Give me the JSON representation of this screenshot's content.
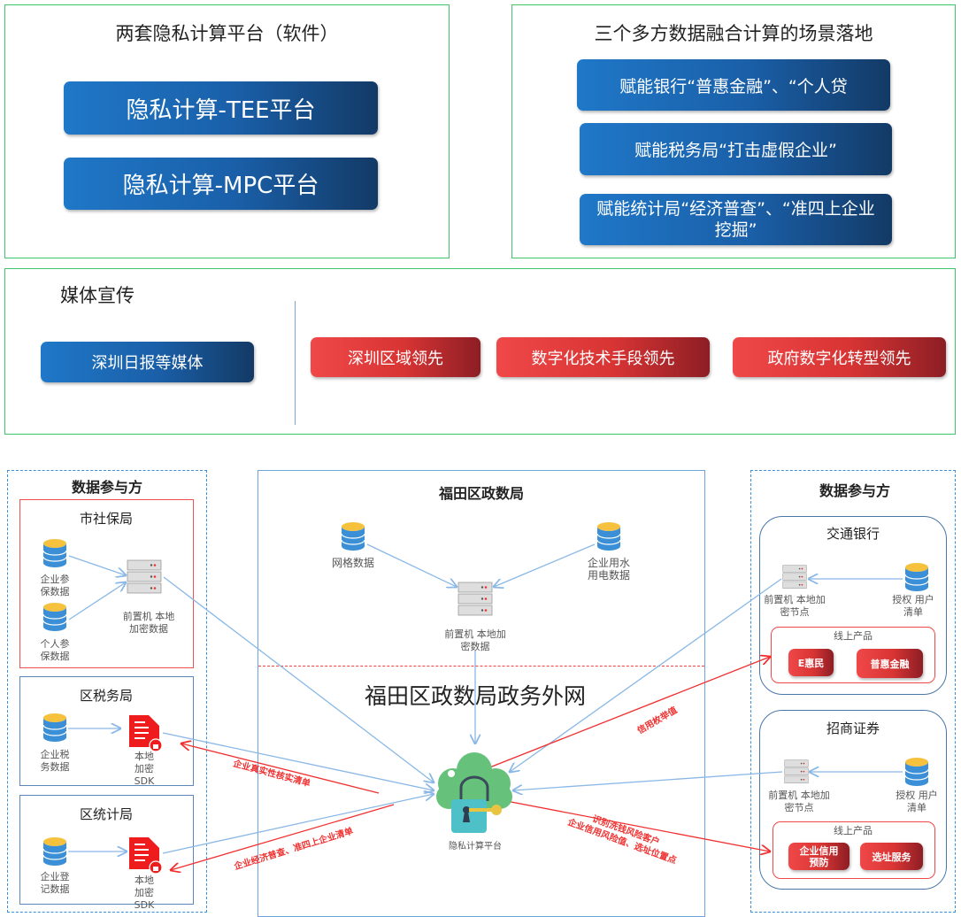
{
  "platforms": {
    "title": "两套隐私计算平台（软件）",
    "items": [
      "隐私计算-TEE平台",
      "隐私计算-MPC平台"
    ]
  },
  "scenarios": {
    "title": "三个多方数据融合计算的场景落地",
    "items": [
      "赋能银行“普惠金融”、“个人贷",
      "赋能税务局“打击虚假企业”",
      "赋能统计局“经济普查”、“准四上企业挖掘”"
    ]
  },
  "media": {
    "title": "媒体宣传",
    "source": "深圳日报等媒体",
    "highlights": [
      "深圳区域领先",
      "数字化技术手段领先",
      "政府数字化转型领先"
    ]
  },
  "left_participants": {
    "title": "数据参与方",
    "shebao": {
      "name": "市社保局",
      "db1": "企业参保数据",
      "db2": "个人参保数据",
      "server": "前置机 本地加密数据"
    },
    "shuiwu": {
      "name": "区税务局",
      "db": "企业税务数据",
      "sdk": "本地加密SDK"
    },
    "tongji": {
      "name": "区统计局",
      "db": "企业登记数据",
      "sdk": "本地加密SDK"
    }
  },
  "center": {
    "title": "福田区政数局",
    "db1": "网格数据",
    "db2": "企业用水用电数据",
    "server": "前置机 本地加密数据",
    "network": "福田区政数局政务外网",
    "platform": "隐私计算平台"
  },
  "right_participants": {
    "title": "数据参与方",
    "bank": {
      "name": "交通银行",
      "server": "前置机 本地加密节点",
      "db": "授权 用户清单",
      "products_title": "线上产品",
      "products": [
        "E惠民",
        "普惠金融"
      ]
    },
    "securities": {
      "name": "招商证券",
      "server": "前置机 本地加密节点",
      "db": "授权 用户清单",
      "products_title": "线上产品",
      "products": [
        "企业信用预防",
        "选址服务"
      ]
    }
  },
  "flows": {
    "to_shuiwu": "企业真实性核实清单",
    "to_tongji": "企业经济普查、准四上企业清单",
    "to_bank": "信用枚举值",
    "to_securities_1": "识别洗钱风险客户",
    "to_securities_2": "企业信用风险值、选址位置点"
  },
  "colors": {
    "green_border": "#3fc46b",
    "blue_button": "#1a5fa8",
    "red_button": "#d83434",
    "flow_blue": "#8ab8e6",
    "flow_red": "#f03030"
  }
}
